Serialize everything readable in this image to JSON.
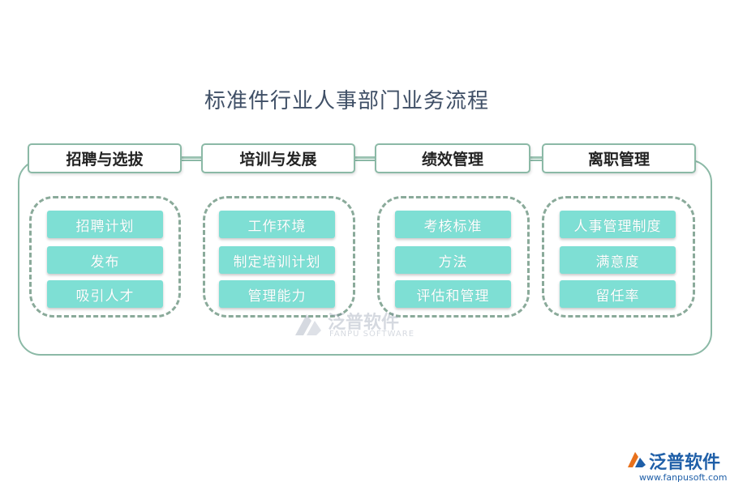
{
  "title": "标准件行业人事部门业务流程",
  "stages": [
    {
      "label": "招聘与选拔",
      "items": [
        "招聘计划",
        "发布",
        "吸引人才"
      ]
    },
    {
      "label": "培训与发展",
      "items": [
        "工作环境",
        "制定培训计划",
        "管理能力"
      ]
    },
    {
      "label": "绩效管理",
      "items": [
        "考核标准",
        "方法",
        "评估和管理"
      ]
    },
    {
      "label": "离职管理",
      "items": [
        "人事管理制度",
        "满意度",
        "留任率"
      ]
    }
  ],
  "watermark": {
    "name": "泛普软件",
    "english": "FANPU SOFTWARE"
  },
  "logo": {
    "name": "泛普软件",
    "url": "www.fanpusoft.com"
  },
  "colors": {
    "title": "#3f4f66",
    "border": "#8bb9a6",
    "item_fill": "#7edfd4",
    "logo": "#1f5fa8"
  }
}
